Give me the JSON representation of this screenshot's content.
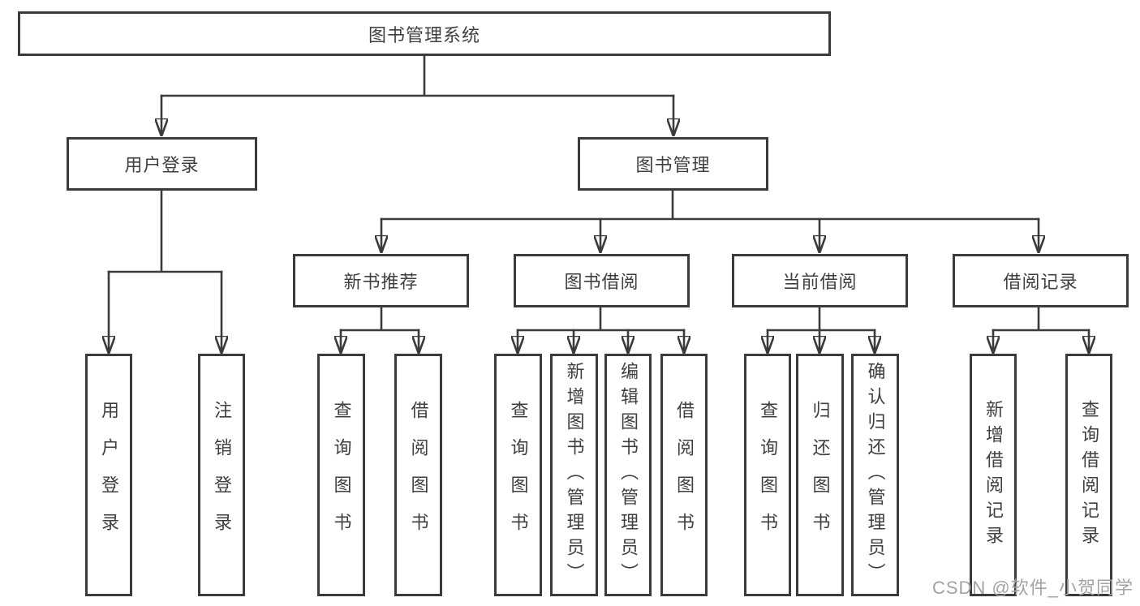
{
  "tree": {
    "root": {
      "label": "图书管理系统"
    },
    "branches": [
      {
        "label": "用户登录",
        "leaves": [
          {
            "label": "用户登录"
          },
          {
            "label": "注销登录"
          }
        ]
      },
      {
        "label": "图书管理",
        "groups": [
          {
            "label": "新书推荐",
            "leaves": [
              {
                "label": "查询图书"
              },
              {
                "label": "借阅图书"
              }
            ]
          },
          {
            "label": "图书借阅",
            "leaves": [
              {
                "label": "查询图书"
              },
              {
                "label": "新增图书（管理员）"
              },
              {
                "label": "编辑图书（管理员）"
              },
              {
                "label": "借阅图书"
              }
            ]
          },
          {
            "label": "当前借阅",
            "leaves": [
              {
                "label": "查询图书"
              },
              {
                "label": "归还图书"
              },
              {
                "label": "确认归还（管理员）"
              }
            ]
          },
          {
            "label": "借阅记录",
            "leaves": [
              {
                "label": "新增借阅记录"
              },
              {
                "label": "查询借阅记录"
              }
            ]
          }
        ]
      }
    ]
  },
  "watermark": {
    "text": "CSDN @软件_小贺同学"
  },
  "colors": {
    "line": "#3b3b3b",
    "text": "#3f3f3f",
    "box_background": "#ffffff",
    "page_background": "#ffffff",
    "watermark": "#a3a3a3"
  }
}
